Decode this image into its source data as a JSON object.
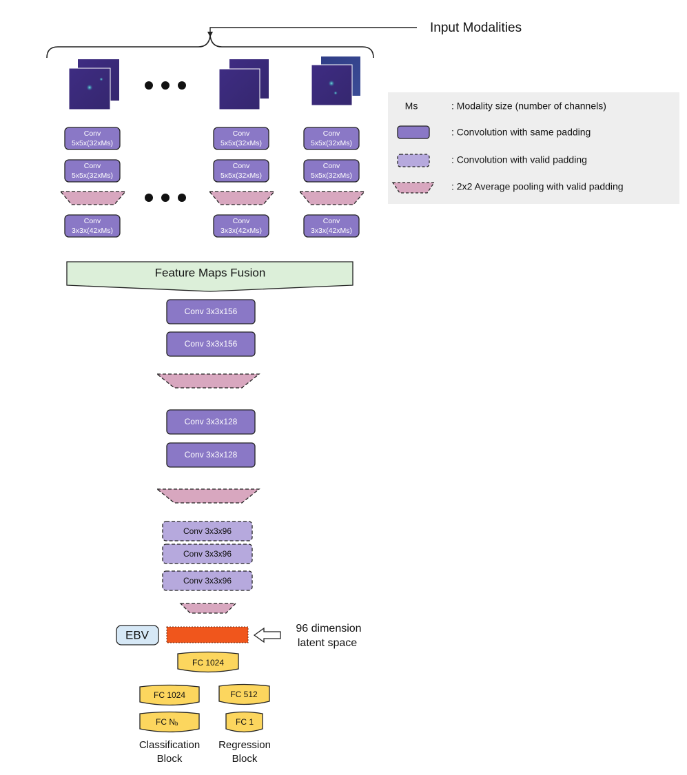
{
  "input_modalities_label": "Input Modalities",
  "conv_same_label_line1": "Conv",
  "conv_5x5_line2": "5x5x(32xMs)",
  "conv_3x3_line2": "3x3x(42xMs)",
  "fusion_label": "Feature Maps Fusion",
  "trunk": {
    "conv156": "Conv 3x3x156",
    "conv128": "Conv 3x3x128",
    "conv96": "Conv 3x3x96"
  },
  "ebv_label": "EBV",
  "latent_label_line1": "96 dimension",
  "latent_label_line2": "latent space",
  "fc": {
    "fc1024": "FC 1024",
    "fc512": "FC 512",
    "fc_nb_main": "FC N",
    "fc_nb_sub": "b",
    "fc1": "FC 1"
  },
  "blocks": {
    "classification_line1": "Classification",
    "classification_line2": "Block",
    "regression_line1": "Regression",
    "regression_line2": "Block"
  },
  "legend": {
    "ms_key": "Ms",
    "ms_desc": ": Modality size (number of channels)",
    "same_desc": ": Convolution with same padding",
    "valid_desc": ": Convolution with valid padding",
    "pool_desc": ": 2x2 Average pooling with valid padding"
  },
  "colors": {
    "conv_same": "#8a78c6",
    "conv_valid": "#b6a9dd",
    "pool": "#d8a7bf",
    "fusion": "#dcefd9",
    "fc": "#fcd65e",
    "latent": "#f0561c",
    "ebv": "#d6e8f6",
    "legend_bg": "#eeeeee",
    "image_dark": "#3b2a78"
  }
}
